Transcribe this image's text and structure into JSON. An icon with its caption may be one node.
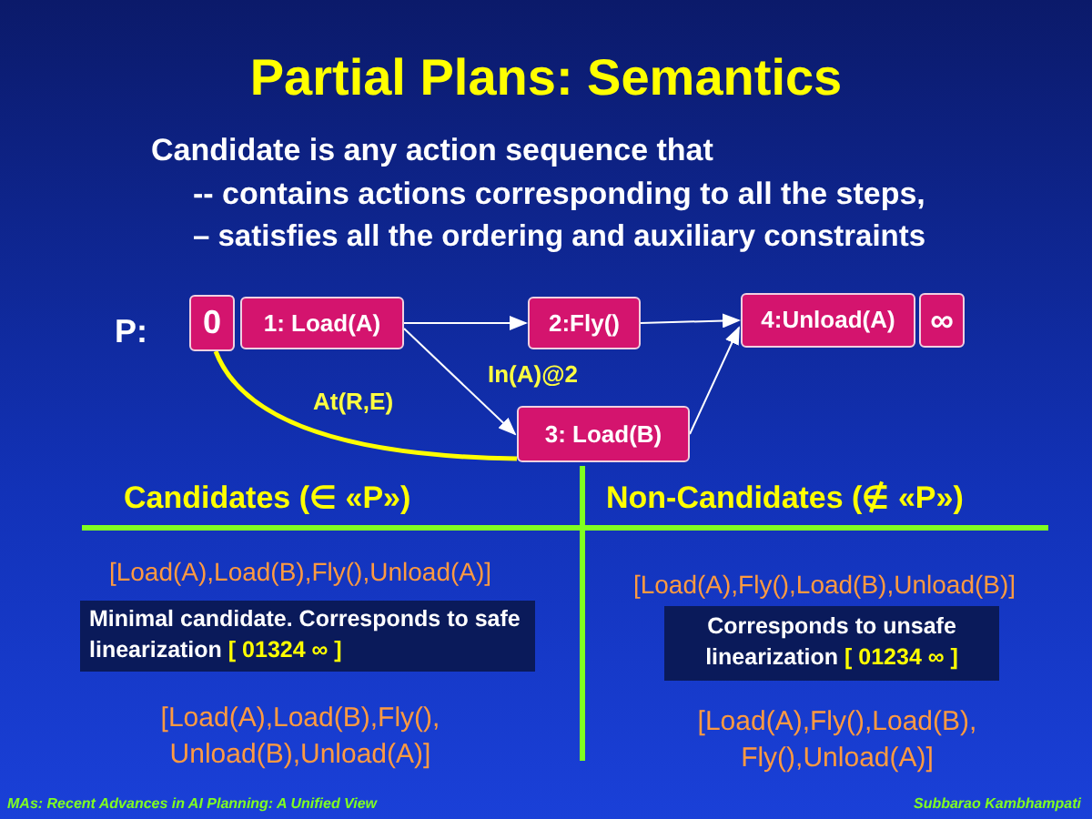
{
  "diagram": {
    "title": "Partial Plans: Semantics",
    "nodes": [
      {
        "text": [
          "0"
        ]
      },
      {
        "text": [
          "1: Load(A)"
        ]
      },
      {
        "text": [
          "2:Fly()"
        ]
      },
      {
        "text": [
          "3: Load(B)"
        ]
      },
      {
        "text": [
          "4:Unload(A)"
        ]
      },
      {
        "text": [
          "∞"
        ]
      }
    ],
    "edges": [
      {
        "from": 1,
        "to": 2,
        "arrow": "to"
      },
      {
        "from": 1,
        "to": 3,
        "arrow": "to"
      },
      {
        "from": 2,
        "to": 4,
        "arrow": "to"
      },
      {
        "from": 3,
        "to": 4,
        "arrow": "to"
      },
      {
        "from": 0,
        "to": 3,
        "arrow": "none",
        "label": "At(R,E)",
        "style": "thick",
        "color": "#ffff00"
      }
    ],
    "labels": [
      "Candidate is any action sequence that",
      "-- contains actions corresponding to all the steps,",
      "– satisfies all the ordering and auxiliary constraints",
      "P:",
      "In(A)@2",
      "Candidates (∈ «P»)",
      "Non-Candidates (∉ «P»)",
      "[Load(A),Load(B),Fly(),Unload(A)]",
      "[Load(A),Fly(),Load(B),Unload(B)]",
      "Minimal candidate. Corresponds to safe linearization",
      "[ 01324 ∞ ]",
      "Corresponds to unsafe linearization",
      "[ 01234 ∞ ]",
      "[Load(A),Load(B),Fly(), Unload(B),Unload(A)]",
      "[Load(A),Fly(),Load(B), Fly(),Unload(A)]",
      "MAs: Recent Advances in AI Planning: A Unified View",
      "Subbarao Kambhampati"
    ]
  }
}
